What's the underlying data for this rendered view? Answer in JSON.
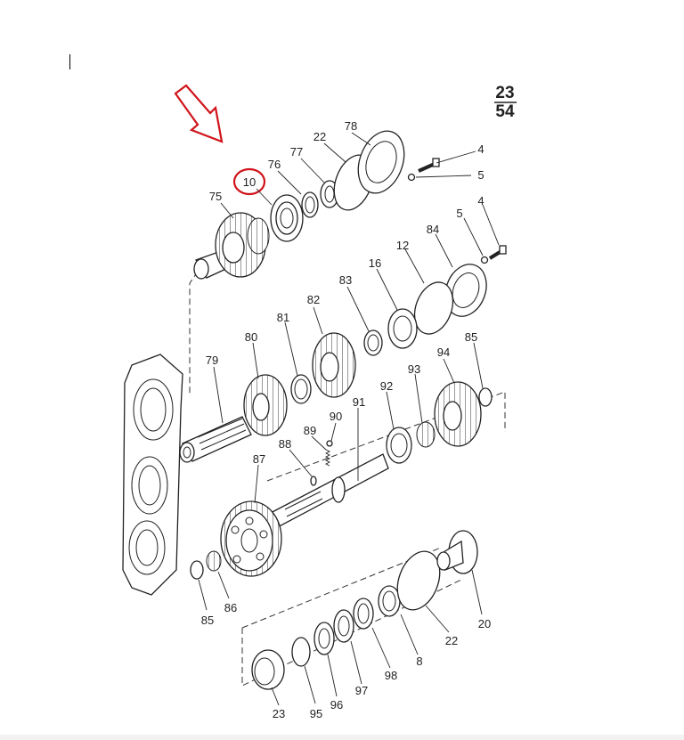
{
  "diagram": {
    "page_ref": {
      "top": "23",
      "bottom": "54"
    },
    "highlight": {
      "label": "10",
      "color": "#d0141a"
    },
    "arrow_color": "#d0141a",
    "callouts": {
      "c78": "78",
      "c22a": "22",
      "c77": "77",
      "c76": "76",
      "c10": "10",
      "c75": "75",
      "c4a": "4",
      "c5a": "5",
      "c4b": "4",
      "c5b": "5",
      "c84": "84",
      "c12": "12",
      "c16": "16",
      "c83": "83",
      "c82": "82",
      "c81": "81",
      "c80": "80",
      "c79": "79",
      "c93": "93",
      "c94": "94",
      "c85a": "85",
      "c92": "92",
      "c91": "91",
      "c90": "90",
      "c89": "89",
      "c88": "88",
      "c87": "87",
      "c86": "86",
      "c85b": "85",
      "c20": "20",
      "c22b": "22",
      "c8": "8",
      "c98": "98",
      "c97": "97",
      "c96": "96",
      "c95": "95",
      "c23": "23"
    }
  }
}
